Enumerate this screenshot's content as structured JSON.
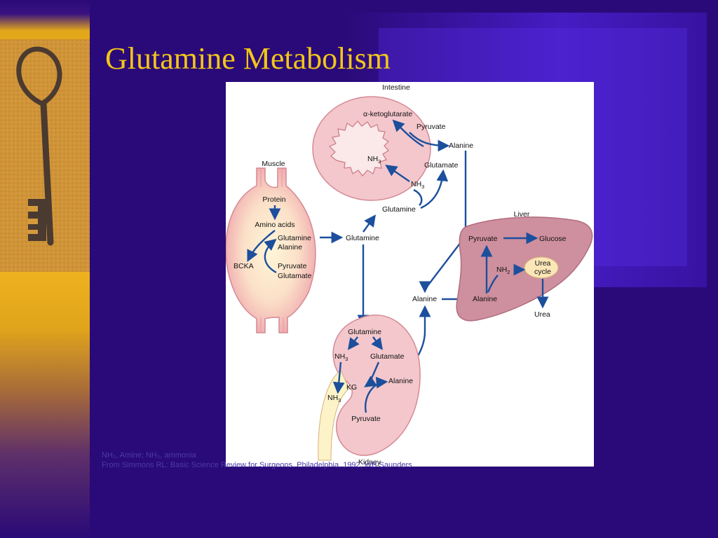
{
  "slide": {
    "title": "Glutamine Metabolism",
    "footnote_line1": "NH₂, Amine; NH₃, ammonia",
    "footnote_line2": "From Simmons RL: Basic Science Review for Surgeons. Philadelphia, 1992, WB Saunders",
    "colors": {
      "background": "#2a0a78",
      "title": "#f2c619",
      "sidebar": "#efb21e",
      "arrow": "#1c4f9c",
      "organ_fill": "#f3c7cc"
    }
  },
  "diagram": {
    "intestine": {
      "label": "Intestine",
      "akg": "α-ketoglutarate",
      "pyruvate": "Pyruvate",
      "alanine": "Alanine",
      "nh3_center": "NH",
      "nh3_center_sub": "3",
      "glutamate": "Glutamate",
      "nh3": "NH",
      "nh3_sub": "3",
      "glutamine": "Glutamine"
    },
    "muscle": {
      "label": "Muscle",
      "protein": "Protein",
      "amino_acids": "Amino acids",
      "glutamine": "Glutamine",
      "alanine": "Alanine",
      "bcka": "BCKA",
      "pyruvate": "Pyruvate",
      "glutamate": "Glutamate"
    },
    "circulation": {
      "glutamine": "Glutamine",
      "alanine": "Alanine"
    },
    "liver": {
      "label": "Liver",
      "pyruvate": "Pyruvate",
      "glucose": "Glucose",
      "nh2": "NH",
      "nh2_sub": "2",
      "urea_cycle_line1": "Urea",
      "urea_cycle_line2": "cycle",
      "alanine": "Alanine",
      "urea": "Urea"
    },
    "kidney": {
      "label": "Kidney",
      "glutamine": "Glutamine",
      "nh3": "NH",
      "nh3_sub": "3",
      "glutamate": "Glutamate",
      "kg": "KG",
      "alanine": "Alanine",
      "nh3_urine": "NH",
      "nh3_urine_sub": "3",
      "pyruvate": "Pyruvate"
    }
  }
}
